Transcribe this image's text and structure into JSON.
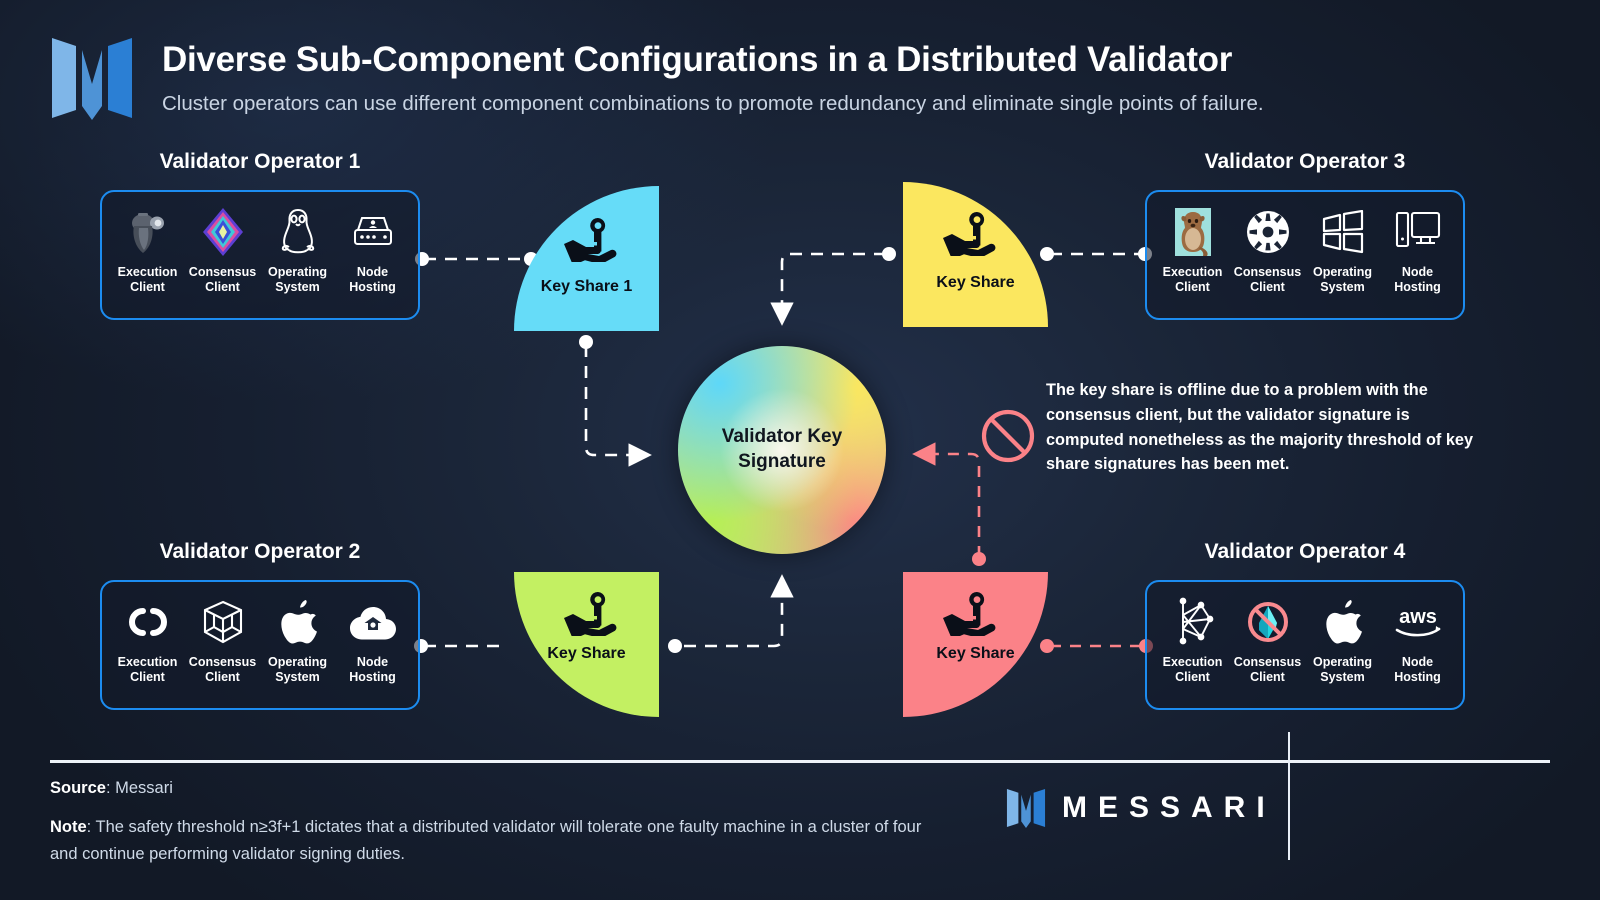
{
  "header": {
    "logo": "messari-logo",
    "title": "Diverse Sub-Component Configurations in a Distributed Validator",
    "subtitle": "Cluster operators can use different component combinations to promote redundancy and eliminate single points of failure."
  },
  "component_labels": {
    "execution": "Execution\nClient",
    "consensus": "Consensus\nClient",
    "os": "Operating\nSystem",
    "hosting": "Node\nHosting"
  },
  "operators": [
    {
      "id": "operator-1",
      "title": "Validator Operator 1",
      "border_color": "#1c8cf0",
      "components": [
        {
          "role": "execution",
          "icon": "geth-execution-client-icon"
        },
        {
          "role": "consensus",
          "icon": "prysm-consensus-client-icon"
        },
        {
          "role": "os",
          "icon": "linux-penguin-icon"
        },
        {
          "role": "hosting",
          "icon": "server-rack-icon"
        }
      ]
    },
    {
      "id": "operator-2",
      "title": "Validator Operator 2",
      "border_color": "#1c8cf0",
      "components": [
        {
          "role": "execution",
          "icon": "nethermind-execution-client-icon"
        },
        {
          "role": "consensus",
          "icon": "nimbus-cube-consensus-client-icon"
        },
        {
          "role": "os",
          "icon": "apple-macos-icon"
        },
        {
          "role": "hosting",
          "icon": "google-cloud-icon"
        }
      ]
    },
    {
      "id": "operator-3",
      "title": "Validator Operator 3",
      "border_color": "#1c8cf0",
      "components": [
        {
          "role": "execution",
          "icon": "erigon-otter-icon"
        },
        {
          "role": "consensus",
          "icon": "lodestar-consensus-client-icon"
        },
        {
          "role": "os",
          "icon": "windows-icon"
        },
        {
          "role": "hosting",
          "icon": "desktop-computer-icon"
        }
      ]
    },
    {
      "id": "operator-4",
      "title": "Validator Operator 4",
      "border_color": "#1c8cf0",
      "components": [
        {
          "role": "execution",
          "icon": "besu-execution-client-icon"
        },
        {
          "role": "consensus",
          "icon": "teku-consensus-client-disabled-icon"
        },
        {
          "role": "os",
          "icon": "apple-macos-icon"
        },
        {
          "role": "hosting",
          "icon": "aws-icon"
        }
      ]
    }
  ],
  "key_shares": [
    {
      "id": "key-share-1",
      "label": "Key Share 1",
      "color": "#66dcf8",
      "icon": "hand-holding-key-icon",
      "status": "online"
    },
    {
      "id": "key-share-2",
      "label": "Key Share",
      "color": "#fbe75f",
      "icon": "hand-holding-key-icon",
      "status": "online"
    },
    {
      "id": "key-share-3",
      "label": "Key Share",
      "color": "#c3f062",
      "icon": "hand-holding-key-icon",
      "status": "online"
    },
    {
      "id": "key-share-4",
      "label": "Key Share",
      "color": "#fb8288",
      "icon": "hand-holding-key-icon",
      "status": "offline"
    }
  ],
  "center": {
    "label": "Validator Key Signature",
    "line1": "Validator Key",
    "line2": "Signature"
  },
  "annotation": {
    "icon": "prohibition-no-entry-icon",
    "color": "#fb8288",
    "text": "The key share is offline due to a problem with the consensus client, but the validator signature is computed nonetheless as the majority threshold of key share signatures has been met."
  },
  "footer": {
    "source_label": "Source",
    "source_value": ": Messari",
    "note_label": "Note",
    "note_value": ": The safety threshold n≥3f+1 dictates that a distributed validator will tolerate one faulty machine in a cluster of four and continue performing validator signing duties.",
    "brand": "MESSARI",
    "brand_icon": "messari-logo"
  },
  "colors": {
    "accent_blue": "#1c8cf0",
    "cyan": "#66dcf8",
    "yellow": "#fbe75f",
    "green": "#c3f062",
    "red": "#fb8288",
    "background": "#151d2e"
  }
}
